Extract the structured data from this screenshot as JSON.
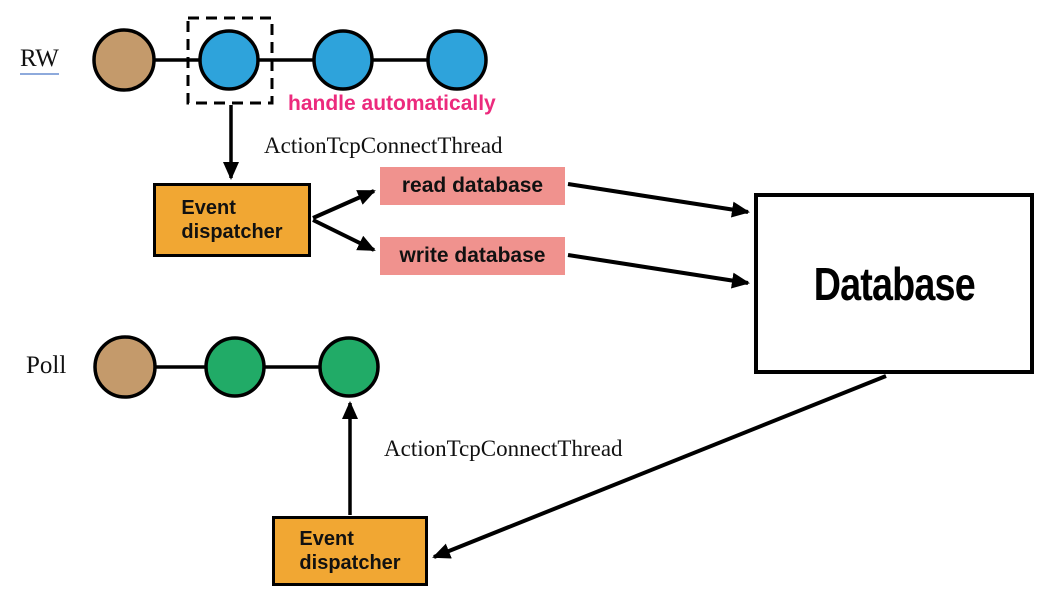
{
  "rw_flow": {
    "label": "RW",
    "annotation": "handle automatically",
    "thread_label": "ActionTcpConnectThread",
    "dispatcher": {
      "line1": "Event",
      "line2": "dispatcher"
    },
    "read_box": "read database",
    "write_box": "write database",
    "node_colors": [
      "brown",
      "blue",
      "blue",
      "blue"
    ]
  },
  "poll_flow": {
    "label": "Poll",
    "thread_label": "ActionTcpConnectThread",
    "dispatcher": {
      "line1": "Event",
      "line2": "dispatcher"
    },
    "node_colors": [
      "brown",
      "green",
      "green"
    ]
  },
  "database": {
    "label": "Database"
  },
  "colors": {
    "blue_node": "#2EA3DB",
    "green_node": "#21AB67",
    "brown_node": "#C49A6B",
    "dispatcher_orange": "#F1A733",
    "action_salmon": "#F0928E",
    "annotation_magenta": "#EC2A7D",
    "rw_underline_blue": "#8EAADC",
    "stroke_black": "#000000"
  }
}
